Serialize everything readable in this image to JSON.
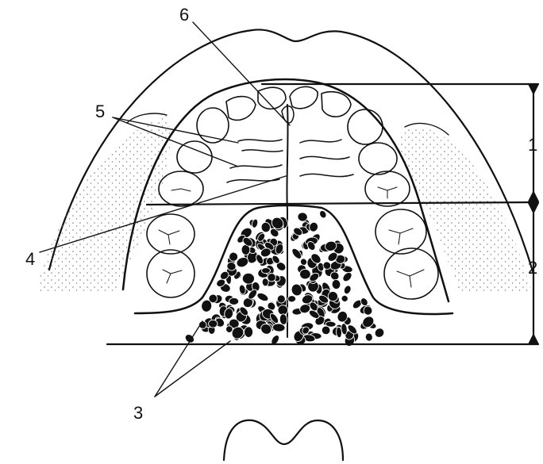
{
  "diagram": {
    "labels": {
      "l1": "1",
      "l2": "2",
      "l3": "3",
      "l4": "4",
      "l5": "5",
      "l6": "6"
    },
    "colors": {
      "ink": "#111111",
      "paper": "#ffffff",
      "stipple": "#777777"
    }
  }
}
